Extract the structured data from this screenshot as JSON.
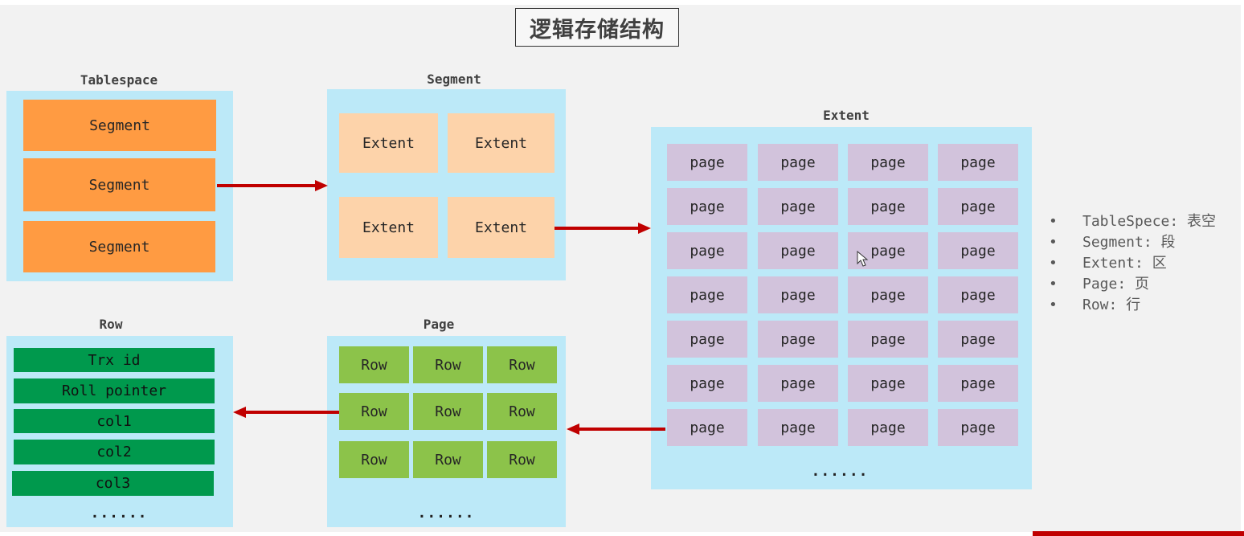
{
  "title": "逻辑存储结构",
  "colors": {
    "panel": "#bce9f8",
    "segment": "#ff9b42",
    "extent": "#fdd3aa",
    "page": "#d2c3dc",
    "row": "#8cc34a",
    "row_field": "#00994d",
    "arrow": "#c00000"
  },
  "tablespace": {
    "label": "Tablespace",
    "items": [
      "Segment",
      "Segment",
      "Segment"
    ]
  },
  "segment": {
    "label": "Segment",
    "items": [
      "Extent",
      "Extent",
      "Extent",
      "Extent"
    ]
  },
  "extent": {
    "label": "Extent",
    "items": [
      "page",
      "page",
      "page",
      "page",
      "page",
      "page",
      "page",
      "page",
      "page",
      "page",
      "page",
      "page",
      "page",
      "page",
      "page",
      "page",
      "page",
      "page",
      "page",
      "page",
      "page",
      "page",
      "page",
      "page",
      "page",
      "page",
      "page",
      "page"
    ],
    "ellipsis": "......"
  },
  "page": {
    "label": "Page",
    "items": [
      "Row",
      "Row",
      "Row",
      "Row",
      "Row",
      "Row",
      "Row",
      "Row",
      "Row"
    ],
    "ellipsis": "......"
  },
  "row": {
    "label": "Row",
    "items": [
      "Trx id",
      "Roll pointer",
      "col1",
      "col2",
      "col3"
    ],
    "ellipsis": "......"
  },
  "legend": [
    {
      "bullet": "•",
      "text": "TableSpece: 表空"
    },
    {
      "bullet": "•",
      "text": "Segment: 段"
    },
    {
      "bullet": "•",
      "text": "Extent: 区"
    },
    {
      "bullet": "•",
      "text": "Page: 页"
    },
    {
      "bullet": "•",
      "text": "Row: 行"
    }
  ]
}
